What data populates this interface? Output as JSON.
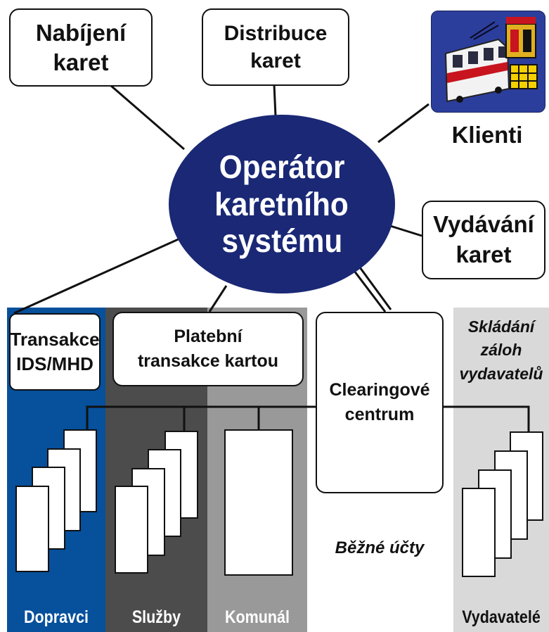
{
  "colors": {
    "operator": "#1a2875",
    "dopravci": "#06509c",
    "sluzby": "#4c4c4c",
    "komunal": "#999999",
    "vydavatele": "#d9d9d9",
    "clients_image_bg": "#2c3e9c"
  },
  "nodes": {
    "nabijeni": "Nabíjení\nkaret",
    "distribuce": "Distribuce\nkaret",
    "klienti": "Klienti",
    "operator": [
      "Operátor",
      "karetního",
      "systému"
    ],
    "vydavani": "Vydávání\nkaret",
    "transakce_ids": "Transakce\nIDS/MHD",
    "platebni": "Platební\ntransakce kartou",
    "clearing": "Clearingové\ncentrum",
    "skladani": "Skládání\nzáloh\nvydavatelů",
    "bezne_ucty": "Běžné účty"
  },
  "columns": {
    "dopravci": "Dopravci",
    "sluzby": "Služby",
    "komunal": "Komunál",
    "vydavatele": "Vydavatelé"
  },
  "icons": {
    "clients_image": "tram-and-coat-of-arms-icon"
  }
}
